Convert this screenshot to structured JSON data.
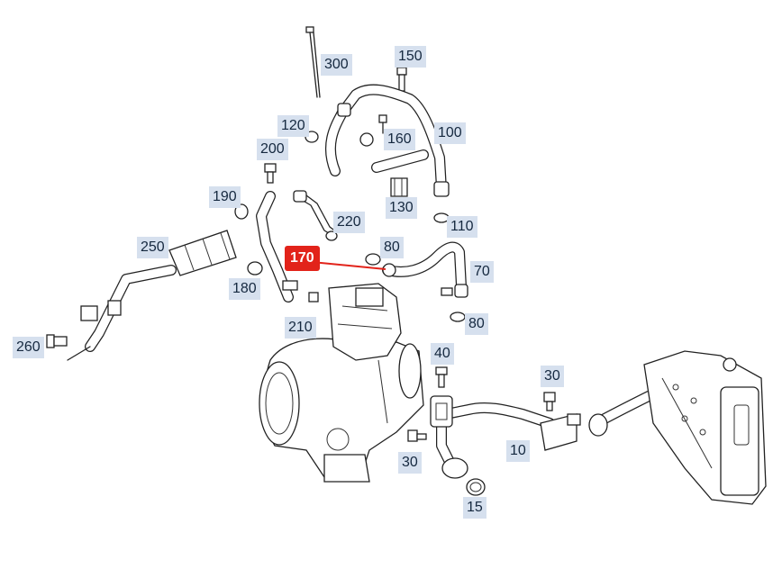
{
  "diagram": {
    "accent_color": "#e2231a",
    "callout_color": "#d6e0ee",
    "selected_part": "170",
    "callouts": [
      {
        "id": "c300",
        "text": "300"
      },
      {
        "id": "c150",
        "text": "150"
      },
      {
        "id": "c120",
        "text": "120"
      },
      {
        "id": "c160",
        "text": "160"
      },
      {
        "id": "c100",
        "text": "100"
      },
      {
        "id": "c200",
        "text": "200"
      },
      {
        "id": "c190",
        "text": "190"
      },
      {
        "id": "c220",
        "text": "220"
      },
      {
        "id": "c130",
        "text": "130"
      },
      {
        "id": "c110",
        "text": "110"
      },
      {
        "id": "c250",
        "text": "250"
      },
      {
        "id": "c170",
        "text": "170"
      },
      {
        "id": "c80a",
        "text": "80"
      },
      {
        "id": "c70",
        "text": "70"
      },
      {
        "id": "c180",
        "text": "180"
      },
      {
        "id": "c210",
        "text": "210"
      },
      {
        "id": "c80b",
        "text": "80"
      },
      {
        "id": "c260",
        "text": "260"
      },
      {
        "id": "c40",
        "text": "40"
      },
      {
        "id": "c30a",
        "text": "30"
      },
      {
        "id": "c30b",
        "text": "30"
      },
      {
        "id": "c10",
        "text": "10"
      },
      {
        "id": "c15",
        "text": "15"
      }
    ]
  }
}
